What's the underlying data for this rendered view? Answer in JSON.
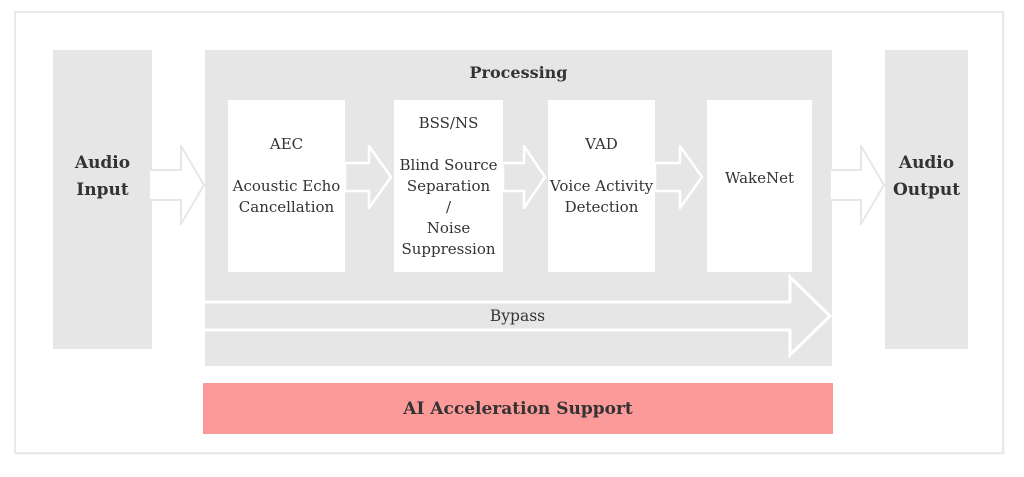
{
  "colors": {
    "canvas-bg": "#ffffff",
    "frame-border": "#e9e9e9",
    "box-gray": "#e6e6e6",
    "block-white": "#ffffff",
    "accent-red": "#fb9a99",
    "text-dark": "#333333",
    "arrow-outline-light": "#e7e7e7",
    "arrow-outline-white": "#ffffff"
  },
  "audio_input": {
    "lines": [
      "Audio",
      "Input"
    ]
  },
  "processing": {
    "title": "Processing",
    "blocks": [
      {
        "id": "aec",
        "lines": [
          "AEC",
          "",
          "Acoustic Echo",
          "Cancellation"
        ]
      },
      {
        "id": "bss-ns",
        "lines": [
          "BSS/NS",
          "",
          "Blind Source",
          "Separation",
          "/",
          "Noise",
          "Suppression"
        ]
      },
      {
        "id": "vad",
        "lines": [
          "VAD",
          "",
          "Voice Activity",
          "Detection"
        ]
      },
      {
        "id": "wakenet",
        "lines": [
          "WakeNet"
        ]
      }
    ],
    "bypass_label": "Bypass"
  },
  "ai_support": {
    "label": "AI Acceleration Support"
  },
  "audio_output": {
    "lines": [
      "Audio",
      "Output"
    ]
  }
}
